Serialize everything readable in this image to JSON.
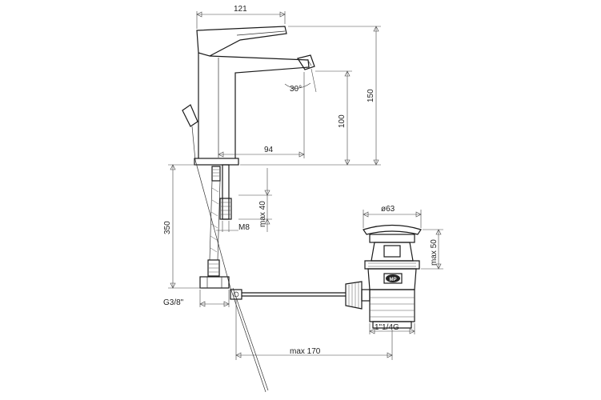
{
  "dimensions": {
    "spout_width": "121",
    "total_height": "150",
    "spout_height": "100",
    "spout_reach": "94",
    "spout_angle": "30°",
    "shank_thread": "M8",
    "max_deck": "max 40",
    "hose_length": "350",
    "hose_connection": "G3/8\"",
    "waste_diameter": "ø63",
    "max_waste_deck": "max 50",
    "waste_thread": "1\"1/4G",
    "max_rod": "max 170"
  },
  "logo": "MP"
}
